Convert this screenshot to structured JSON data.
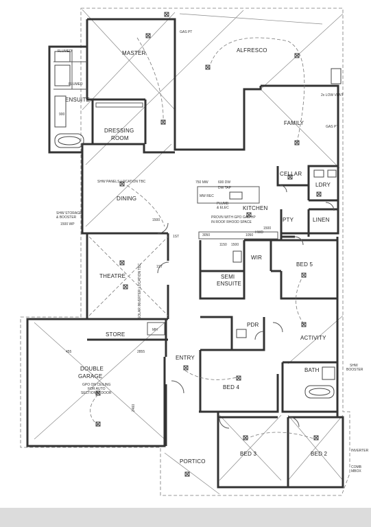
{
  "rooms": {
    "master": "MASTER",
    "alfresco": "ALFRESCO",
    "ensuite": "ENSUITE",
    "dressing_room_line1": "DRESSING",
    "dressing_room_line2": "ROOM",
    "family": "FAMILY",
    "cellar": "CELLAR",
    "ldry": "LDRY",
    "dining": "DINING",
    "kitchen": "KITCHEN",
    "pty": "PTY",
    "linen": "LINEN",
    "wir": "WIR",
    "bed5": "BED 5",
    "semi_ensuite_line1": "SEMI",
    "semi_ensuite_line2": "ENSUITE",
    "theatre": "THEATRE",
    "store": "STORE",
    "pdr": "PDR",
    "activity": "ACTIVITY",
    "double_garage_line1": "DOUBLE",
    "double_garage_line2": "GARAGE",
    "entry": "ENTRY",
    "bath": "BATH",
    "bed4": "BED 4",
    "bed3": "BED 3",
    "bed2": "BED 2",
    "portico": "PORTICO"
  },
  "notes": {
    "gas_pt_top": "GAS PT",
    "gas_pt_family": "GAS PT",
    "low_vent": "2x LOW VENT",
    "flumed_1": "FLUMED",
    "flumed_2": "FLUMED",
    "shw_panels": "SHW PANELS LOCATION TBC",
    "shw_storage_line1": "SHW STORAGE",
    "shw_storage_line2": "& BOOSTER",
    "dim_1500_wp": "1500 WP",
    "dim_750": "750 MW",
    "dim_600": "600 DW",
    "dw_tap": "DW TAP",
    "mw_rec": "MW REC",
    "plumb_line1": "PLUMB",
    "plumb_line2": "& ELEC",
    "gpo_gas_hp_line1": "PROVN WITH GPO GAS HP",
    "gpo_gas_hp_line2": "IN ROOF RHOOD SPACE",
    "hwd": "HWD",
    "dim_1500_a": "1500",
    "dim_1500_b": "1500",
    "dim_3050": "3050",
    "dim_1050": "1050",
    "dim_1150": "1150",
    "dim_1500_c": "1500",
    "dim_900": "900",
    "dim_455": "455",
    "dim_2855": "2855",
    "dim_2460": "2460",
    "gpo_ceiling_line1": "GPO ON CEILING",
    "gpo_ceiling_line2": "FOR AUTO",
    "gpo_ceiling_line3": "SECTIONAL DOOR",
    "tv_panel": "SOLAR INVERTER LOCATION TBC",
    "mh": "MH",
    "inverter": "INVERTER",
    "combi_box_line1": "COMB",
    "combi_box_line2": "MBOX",
    "shw_booster_right_line1": "SHW",
    "shw_booster_right_line2": "BOOSTER",
    "st_1": "1ST",
    "st_2": "1ST"
  }
}
